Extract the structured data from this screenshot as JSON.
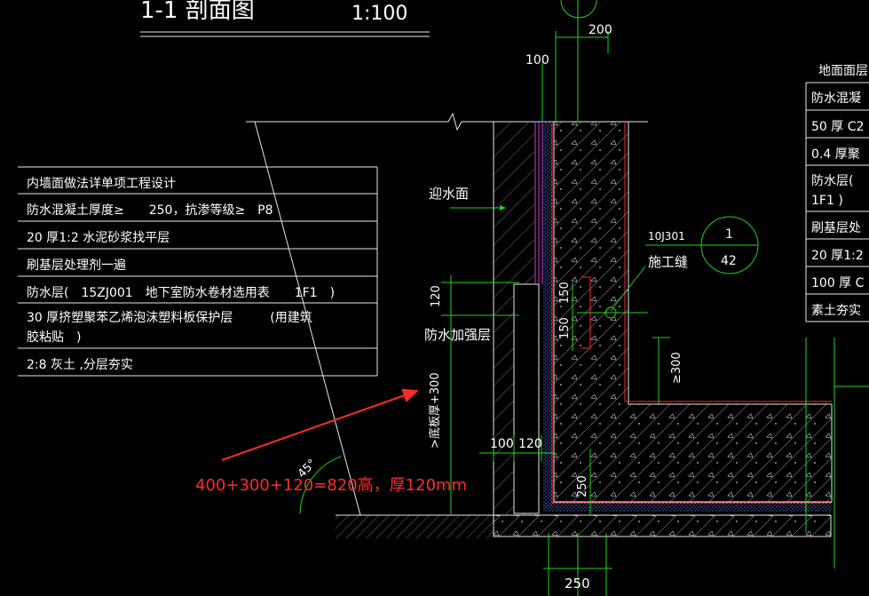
{
  "title": {
    "name": "1-1 剖面图",
    "scale": "1:100"
  },
  "left_table": [
    "内墙面做法详单项工程设计",
    "防水混凝土厚度≥　　250，抗渗等级≥　P8",
    "20 厚1:2 水泥砂浆找平层",
    "刷基层处理剂一遍",
    "防水层(　15ZJ001　地下室防水卷材选用表　　1F1　)",
    "30 厚挤塑聚苯乙烯泡沫塑料板保护层　　　(用建筑",
    "胶粘贴　)",
    "2:8 灰土 ,分层夯实"
  ],
  "right_table": [
    "地面面层",
    "防水混凝",
    "50 厚 C2",
    "0.4 厚聚",
    "防水层(",
    "1F1 )",
    "刷基层处",
    "20 厚1:2",
    "100 厚 C",
    "素土夯实"
  ],
  "labels": {
    "facing_water": "迎水面",
    "reinforce": "防水加强层",
    "std_ref": "10J301",
    "joint": "施工缝",
    "circle_top": "1",
    "circle_bottom": "42",
    "angle": "45°"
  },
  "dims": {
    "d200": "200",
    "d100_top": "100",
    "d120_v": "120",
    "d150_a": "150",
    "d150_b": "150",
    "d300": "≥300",
    "d_side": ">底板厚+300",
    "d100_bot": "100",
    "d120_bot": "120",
    "d250_v": "250",
    "d250_bot": "250"
  },
  "annotation": "400+300+120=820高，厚120mm",
  "colors": {
    "background": "#000000",
    "line": "#1fd41f",
    "text": "#ffffff",
    "annotation": "#ff2b2b",
    "membrane": "#d23ad2",
    "blue_layer": "#2d4bff"
  }
}
